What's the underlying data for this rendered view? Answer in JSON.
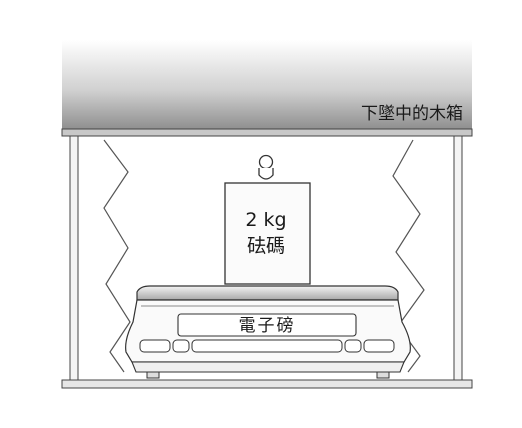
{
  "box_label": "下墜中的木箱",
  "weight": {
    "mass": "2 kg",
    "name": "砝碼"
  },
  "scale_label": "電子磅",
  "colors": {
    "box_top_dark": "#8e8e8e",
    "box_top_light": "#d9d9d9",
    "line": "#333333"
  }
}
